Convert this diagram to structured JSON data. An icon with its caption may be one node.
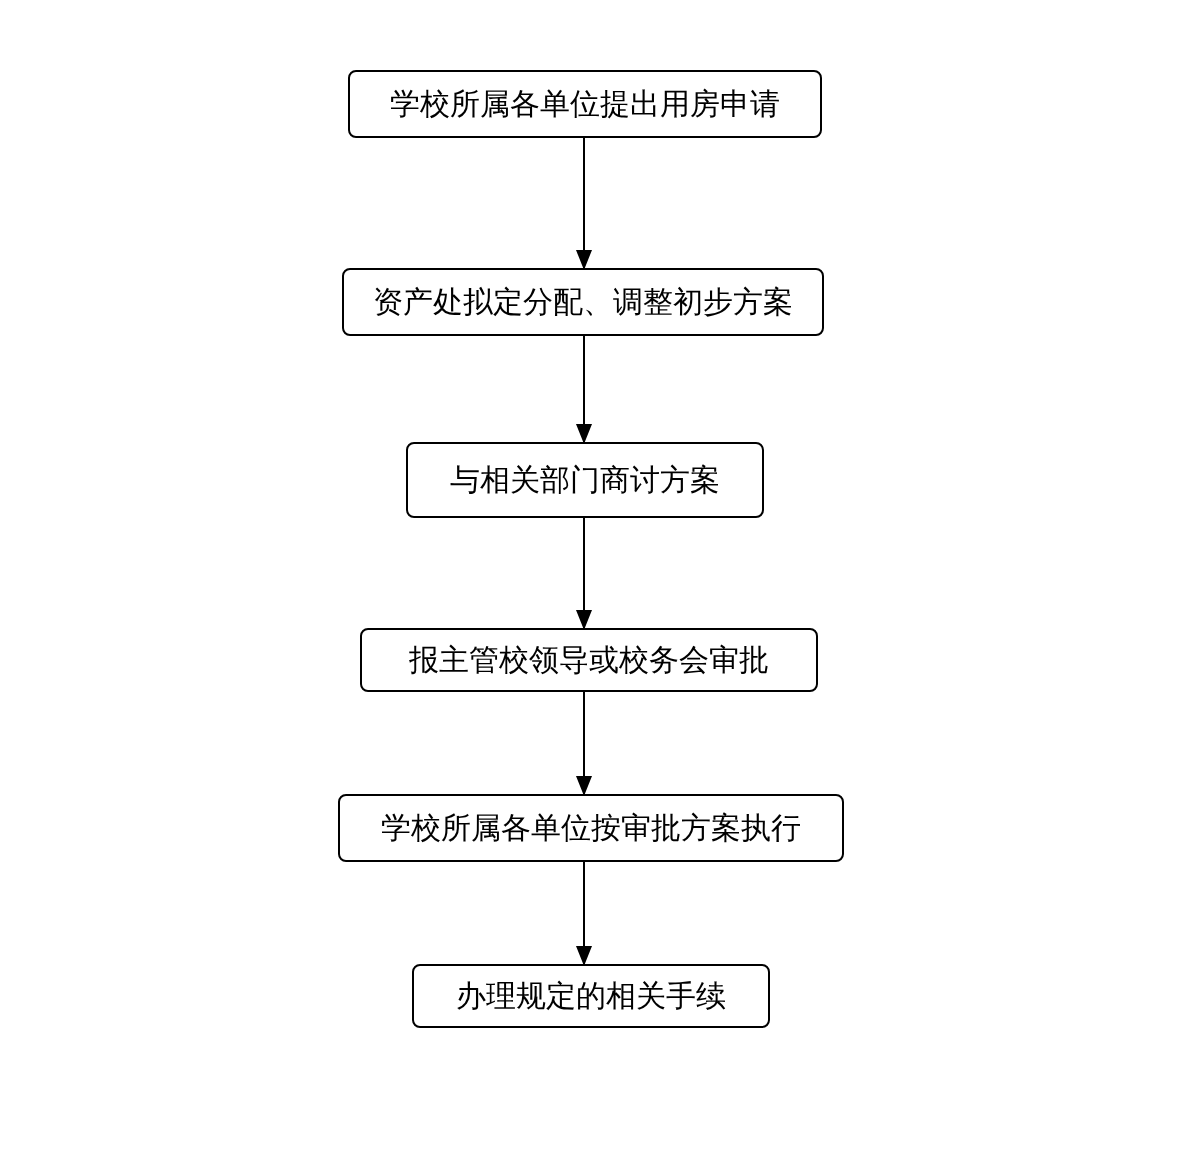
{
  "diagram": {
    "nodes": [
      {
        "text": [
          "学校所属各单位提出用房申请"
        ]
      },
      {
        "text": [
          "资产处拟定分配、调整初步方案"
        ]
      },
      {
        "text": [
          "与相关部门商讨方案"
        ]
      },
      {
        "text": [
          "报主管校领导或校务会审批"
        ]
      },
      {
        "text": [
          "学校所属各单位按审批方案执行"
        ]
      },
      {
        "text": [
          "办理规定的相关手续"
        ]
      }
    ],
    "edges": [
      {
        "from": 0,
        "to": 1,
        "arrow": "to"
      },
      {
        "from": 1,
        "to": 2,
        "arrow": "to"
      },
      {
        "from": 2,
        "to": 3,
        "arrow": "to"
      },
      {
        "from": 3,
        "to": 4,
        "arrow": "to"
      },
      {
        "from": 4,
        "to": 5,
        "arrow": "to"
      }
    ]
  }
}
